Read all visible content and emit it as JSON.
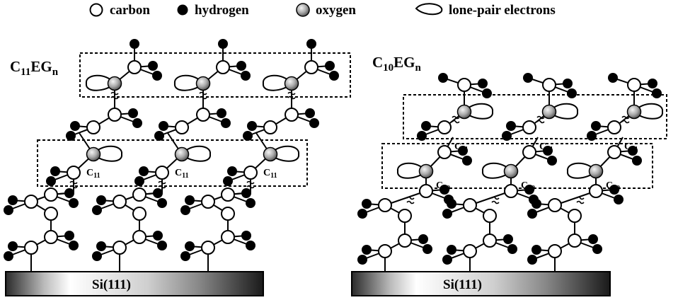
{
  "legend": {
    "carbon": "carbon",
    "hydrogen": "hydrogen",
    "oxygen": "oxygen",
    "lone_pair": "lone-pair electrons"
  },
  "left": {
    "title_main": "C",
    "title_sub1": "11",
    "title_mid": "EG",
    "title_sub2": "n",
    "carbon_label": "C",
    "carbon_label_sub": "11",
    "substrate": "Si(111)"
  },
  "right": {
    "title_main": "C",
    "title_sub1": "10",
    "title_mid": "EG",
    "title_sub2": "n",
    "carbon_label_a": "C",
    "carbon_label_a_sub": "11",
    "carbon_label_b": "C",
    "carbon_label_b_sub": "10",
    "substrate": "Si(111)"
  },
  "colors": {
    "carbon_fill": "#ffffff",
    "hydrogen_fill": "#000000",
    "oxygen_light": "#f2f2f2",
    "oxygen_dark": "#5a5a5a",
    "stroke": "#000000"
  }
}
